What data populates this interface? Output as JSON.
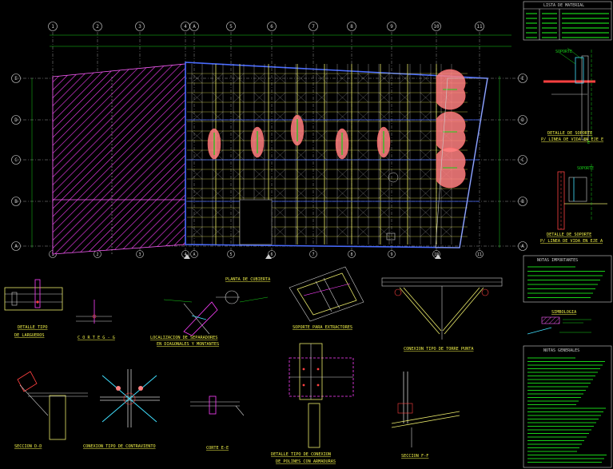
{
  "colors": {
    "background": "#000000",
    "green": "#18d018",
    "yellow": "#f2f24a",
    "magenta": "#ff40ff",
    "pink": "#ff8080",
    "white": "#cfcfcf",
    "cyan": "#40e0ff",
    "blue": "#4a6cff"
  },
  "grid_top_labels": [
    "1",
    "2",
    "3",
    "4",
    "A",
    "5",
    "6",
    "7",
    "8",
    "9",
    "10",
    "11"
  ],
  "grid_side_labels": [
    "E",
    "D",
    "C",
    "B",
    "A"
  ],
  "material_list": {
    "title": "LISTA DE MATERIAL",
    "rows": 6
  },
  "notes_importantes": {
    "title": "NOTAS IMPORTANTES",
    "lines": 8
  },
  "simbologia": {
    "title": "SIMBOLOGIA"
  },
  "notas_generales": {
    "title": "NOTAS GENERALES",
    "lines": 30
  },
  "detail_titles": {
    "soporte_e": [
      "DETALLE DE SOPORTE",
      "P/ LINEA DE VIDA EN EJE E"
    ],
    "soporte_a": [
      "DETALLE DE SOPORTE",
      "P/ LINEA DE VIDA EN EJE A"
    ],
    "planta": "PLANTA DE CUBIERTA",
    "largueros": [
      "DETALLE TIPO",
      "DE LARGUEROS"
    ],
    "corte_g": "C O R T E   G - G",
    "separadores": [
      "LOCALIZACION DE SEPARADORES",
      "EN DIAGONALES Y MONTANTES"
    ],
    "soporte_extractores": "SOPORTE PARA EXTRACTORES",
    "torre_punta": "CONEXION TIPO DE TORRE PUNTA",
    "seccion_d": "SECCION D-D",
    "contraviento": "CONEXION TIPO DE CONTRAVIENTO",
    "corte_e": "CORTE E-E",
    "polines": [
      "DETALLE TIPO DE CONEXION",
      "DE POLINES CON ARMADURAS"
    ],
    "seccion_f": "SECCION F-F"
  }
}
